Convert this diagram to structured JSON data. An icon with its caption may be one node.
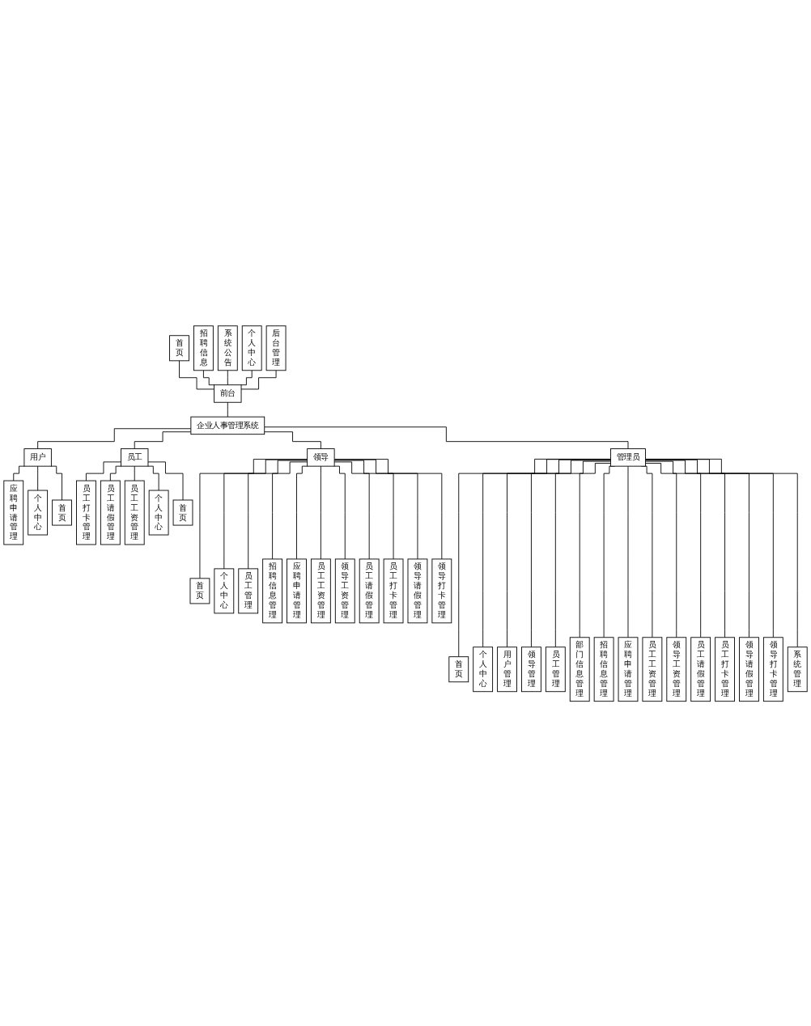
{
  "diagram": {
    "nodes": [
      {
        "text": [
          "首页"
        ]
      },
      {
        "text": [
          "招聘信息"
        ]
      },
      {
        "text": [
          "系统公告"
        ]
      },
      {
        "text": [
          "个人中心"
        ]
      },
      {
        "text": [
          "后台管理"
        ]
      },
      {
        "text": [
          "前台"
        ]
      },
      {
        "text": [
          "企业人事管理系统"
        ]
      },
      {
        "text": [
          "领导"
        ]
      },
      {
        "text": [
          "用户"
        ]
      },
      {
        "text": [
          "员工"
        ]
      },
      {
        "text": [
          "管理员"
        ]
      },
      {
        "text": [
          "应聘申请管理"
        ]
      },
      {
        "text": [
          "个人中心"
        ]
      },
      {
        "text": [
          "首页"
        ]
      },
      {
        "text": [
          "员工打卡管理"
        ]
      },
      {
        "text": [
          "员工请假管理"
        ]
      },
      {
        "text": [
          "员工工资管理"
        ]
      },
      {
        "text": [
          "个人中心"
        ]
      },
      {
        "text": [
          "首页"
        ]
      },
      {
        "text": [
          "首页"
        ]
      },
      {
        "text": [
          "个人中心"
        ]
      },
      {
        "text": [
          "员工管理"
        ]
      },
      {
        "text": [
          "招聘信息管理"
        ]
      },
      {
        "text": [
          "应聘申请管理"
        ]
      },
      {
        "text": [
          "员工工资管理"
        ]
      },
      {
        "text": [
          "领导工资管理"
        ]
      },
      {
        "text": [
          "员工请假管理"
        ]
      },
      {
        "text": [
          "员工打卡管理"
        ]
      },
      {
        "text": [
          "领导请假管理"
        ]
      },
      {
        "text": [
          "领导打卡管理"
        ]
      },
      {
        "text": [
          "首页"
        ]
      },
      {
        "text": [
          "个人中心"
        ]
      },
      {
        "text": [
          "用户管理"
        ]
      },
      {
        "text": [
          "领导管理"
        ]
      },
      {
        "text": [
          "员工管理"
        ]
      },
      {
        "text": [
          "部门信息管理"
        ]
      },
      {
        "text": [
          "招聘信息管理"
        ]
      },
      {
        "text": [
          "应聘申请管理"
        ]
      },
      {
        "text": [
          "员工工资管理"
        ]
      },
      {
        "text": [
          "领导工资管理"
        ]
      },
      {
        "text": [
          "员工请假管理"
        ]
      },
      {
        "text": [
          "员工打卡管理"
        ]
      },
      {
        "text": [
          "领导请假管理"
        ]
      },
      {
        "text": [
          "领导打卡管理"
        ]
      },
      {
        "text": [
          "系统管理"
        ]
      }
    ],
    "edges": [
      {
        "from": 0,
        "to": 5,
        "arrow": "none"
      },
      {
        "from": 1,
        "to": 5,
        "arrow": "none"
      },
      {
        "from": 2,
        "to": 5,
        "arrow": "none"
      },
      {
        "from": 3,
        "to": 5,
        "arrow": "none"
      },
      {
        "from": 4,
        "to": 5,
        "arrow": "none"
      },
      {
        "from": 5,
        "to": 6,
        "arrow": "none"
      },
      {
        "from": 6,
        "to": 7,
        "arrow": "none"
      },
      {
        "from": 6,
        "to": 8,
        "arrow": "none"
      },
      {
        "from": 6,
        "to": 9,
        "arrow": "none"
      },
      {
        "from": 6,
        "to": 10,
        "arrow": "none"
      },
      {
        "from": 8,
        "to": 11,
        "arrow": "none"
      },
      {
        "from": 8,
        "to": 12,
        "arrow": "none"
      },
      {
        "from": 8,
        "to": 13,
        "arrow": "none"
      },
      {
        "from": 9,
        "to": 14,
        "arrow": "none"
      },
      {
        "from": 9,
        "to": 15,
        "arrow": "none"
      },
      {
        "from": 9,
        "to": 16,
        "arrow": "none"
      },
      {
        "from": 9,
        "to": 17,
        "arrow": "none"
      },
      {
        "from": 9,
        "to": 18,
        "arrow": "none"
      },
      {
        "from": 7,
        "to": 19,
        "arrow": "none"
      },
      {
        "from": 7,
        "to": 20,
        "arrow": "none"
      },
      {
        "from": 7,
        "to": 21,
        "arrow": "none"
      },
      {
        "from": 7,
        "to": 22,
        "arrow": "none"
      },
      {
        "from": 7,
        "to": 23,
        "arrow": "none"
      },
      {
        "from": 7,
        "to": 24,
        "arrow": "none"
      },
      {
        "from": 7,
        "to": 25,
        "arrow": "none"
      },
      {
        "from": 7,
        "to": 26,
        "arrow": "none"
      },
      {
        "from": 7,
        "to": 27,
        "arrow": "none"
      },
      {
        "from": 7,
        "to": 28,
        "arrow": "none"
      },
      {
        "from": 7,
        "to": 29,
        "arrow": "none"
      },
      {
        "from": 10,
        "to": 30,
        "arrow": "none"
      },
      {
        "from": 10,
        "to": 31,
        "arrow": "none"
      },
      {
        "from": 10,
        "to": 32,
        "arrow": "none"
      },
      {
        "from": 10,
        "to": 33,
        "arrow": "none"
      },
      {
        "from": 10,
        "to": 34,
        "arrow": "none"
      },
      {
        "from": 10,
        "to": 35,
        "arrow": "none"
      },
      {
        "from": 10,
        "to": 36,
        "arrow": "none"
      },
      {
        "from": 10,
        "to": 37,
        "arrow": "none"
      },
      {
        "from": 10,
        "to": 38,
        "arrow": "none"
      },
      {
        "from": 10,
        "to": 39,
        "arrow": "none"
      },
      {
        "from": 10,
        "to": 40,
        "arrow": "none"
      },
      {
        "from": 10,
        "to": 41,
        "arrow": "none"
      },
      {
        "from": 10,
        "to": 42,
        "arrow": "none"
      },
      {
        "from": 10,
        "to": 43,
        "arrow": "none"
      },
      {
        "from": 10,
        "to": 44,
        "arrow": "none"
      }
    ]
  }
}
